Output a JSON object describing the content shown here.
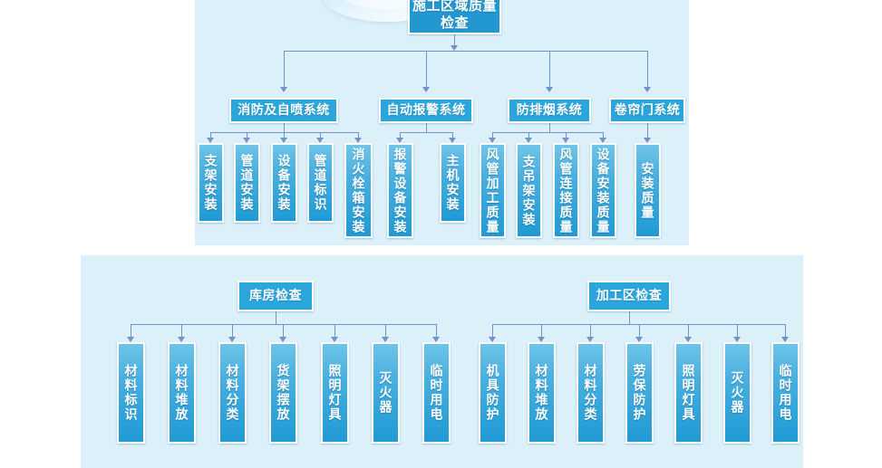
{
  "diagram": {
    "root": {
      "label": "施工区域质量检查"
    },
    "top_section": {
      "groups": [
        {
          "label": "消防及自喷系统",
          "items": [
            "支架安装",
            "管道安装",
            "设备安装",
            "管道标识",
            "消火栓箱安装"
          ]
        },
        {
          "label": "自动报警系统",
          "items": [
            "报警设备安装",
            "主机安装"
          ]
        },
        {
          "label": "防排烟系统",
          "items": [
            "风管加工质量",
            "支吊架安装",
            "风管连接质量",
            "设备安装质量"
          ]
        },
        {
          "label": "卷帘门系统",
          "items": [
            "安装质量"
          ]
        }
      ]
    },
    "bottom_section": {
      "groups": [
        {
          "label": "库房检查",
          "items": [
            "材料标识",
            "材料堆放",
            "材料分类",
            "货架摆放",
            "照明灯具",
            "灭火器",
            "临时用电"
          ]
        },
        {
          "label": "加工区检查",
          "items": [
            "机具防护",
            "材料堆放",
            "材料分类",
            "劳保防护",
            "照明灯具",
            "灭火器",
            "临时用电"
          ]
        }
      ]
    },
    "colors": {
      "panel_background": "#dcf0fa",
      "header_box": "#2ba6dc",
      "root_box": "#2397cf",
      "leaf_gradient_top": "#6fc4e8",
      "leaf_gradient_bottom": "#1f9ad4",
      "connector": "#6f94c6",
      "text": "#ffffff"
    }
  }
}
